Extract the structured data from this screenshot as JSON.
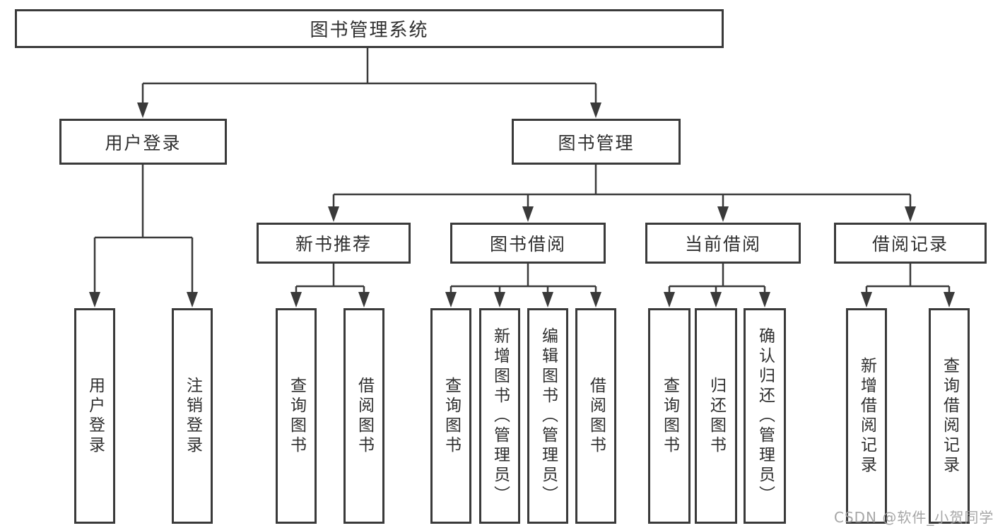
{
  "diagram_title": "图书管理系统",
  "tree": {
    "label": "图书管理系统",
    "children": [
      {
        "label": "用户登录",
        "children": [
          {
            "label": "用户登录"
          },
          {
            "label": "注销登录"
          }
        ]
      },
      {
        "label": "图书管理",
        "children": [
          {
            "label": "新书推荐",
            "children": [
              {
                "label": "查询图书"
              },
              {
                "label": "借阅图书"
              }
            ]
          },
          {
            "label": "图书借阅",
            "children": [
              {
                "label": "查询图书"
              },
              {
                "label": "新增图书（管理员）"
              },
              {
                "label": "编辑图书（管理员）"
              },
              {
                "label": "借阅图书"
              }
            ]
          },
          {
            "label": "当前借阅",
            "children": [
              {
                "label": "查询图书"
              },
              {
                "label": "归还图书"
              },
              {
                "label": "确认归还（管理员）"
              }
            ]
          },
          {
            "label": "借阅记录",
            "children": [
              {
                "label": "新增借阅记录"
              },
              {
                "label": "查询借阅记录"
              }
            ]
          }
        ]
      }
    ]
  },
  "watermark": "CSDN @软件_小贺同学",
  "colors": {
    "line": "#3a3a3a",
    "box_border": "#3a3a3a",
    "box_fill": "#ffffff",
    "text": "#2f2f2f",
    "watermark": "#9e9e9e",
    "background": "#ffffff"
  }
}
